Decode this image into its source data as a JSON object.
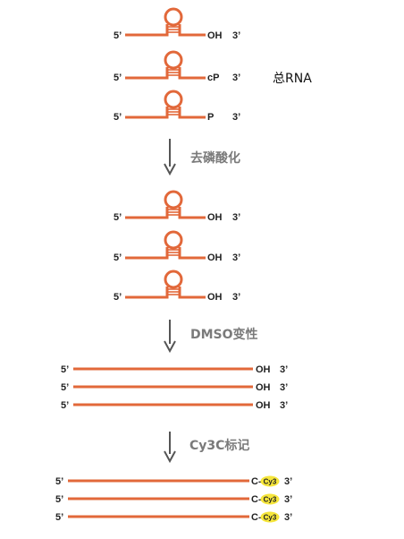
{
  "colors": {
    "rna_strand": "#E2683A",
    "arrow": "#555555",
    "cy3_tag": "#F6E63B",
    "label_text": "#222222",
    "step_text": "#7A7A7A"
  },
  "labels": {
    "five_prime": "5’",
    "three_prime": "3’",
    "hydroxyl": "OH",
    "cyclic_phosphate": "cP",
    "phosphate": "P",
    "carbon_link": "C-",
    "cy3": "Cy3"
  },
  "total_rna_label": "总RNA",
  "steps": {
    "dephosphorylation": "去磷酸化",
    "dmso_denaturation": "DMSO变性",
    "cy3c_labeling": "Cy3C标记"
  },
  "stage1_end_labels": [
    "OH",
    "cP",
    "P"
  ],
  "stage2_end_labels": [
    "OH",
    "OH",
    "OH"
  ],
  "stage3_end_labels": [
    "OH",
    "OH",
    "OH"
  ],
  "stage4_end_labels": [
    "C-",
    "C-",
    "C-"
  ]
}
